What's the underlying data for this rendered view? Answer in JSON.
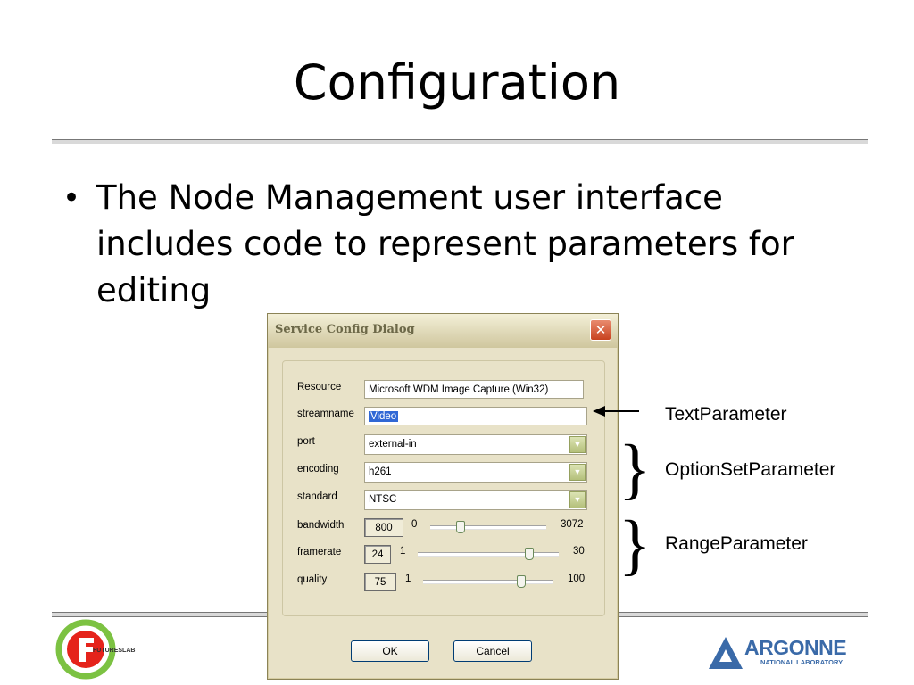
{
  "slide": {
    "title": "Configuration",
    "bullet": "The Node Management user interface includes code to represent parameters for editing"
  },
  "dialog": {
    "title": "Service Config Dialog",
    "close_glyph": "✕",
    "fields": {
      "resource": {
        "label": "Resource",
        "value": "Microsoft WDM Image Capture (Win32)"
      },
      "streamname": {
        "label": "streamname",
        "value": "Video"
      },
      "port": {
        "label": "port",
        "value": "external-in"
      },
      "encoding": {
        "label": "encoding",
        "value": "h261"
      },
      "standard": {
        "label": "standard",
        "value": "NTSC"
      }
    },
    "ranges": {
      "bandwidth": {
        "label": "bandwidth",
        "value": "800",
        "min": "0",
        "max": "3072",
        "fraction": 0.26
      },
      "framerate": {
        "label": "framerate",
        "value": "24",
        "min": "1",
        "max": "30",
        "fraction": 0.79
      },
      "quality": {
        "label": "quality",
        "value": "75",
        "min": "1",
        "max": "100",
        "fraction": 0.75
      }
    },
    "ok_label": "OK",
    "cancel_label": "Cancel",
    "dropdown_glyph": "▼"
  },
  "annotations": {
    "text_parameter": "TextParameter",
    "option_set_parameter": "OptionSetParameter",
    "range_parameter": "RangeParameter",
    "brace_glyph": "}"
  },
  "logos": {
    "futures_lab": "FUTURESLAB",
    "argonne_name": "ARGONNE",
    "argonne_sub": "NATIONAL LABORATORY"
  },
  "colors": {
    "accent": "#3a6aa8",
    "futures_red": "#e5231b",
    "futures_green": "#7cc242"
  }
}
